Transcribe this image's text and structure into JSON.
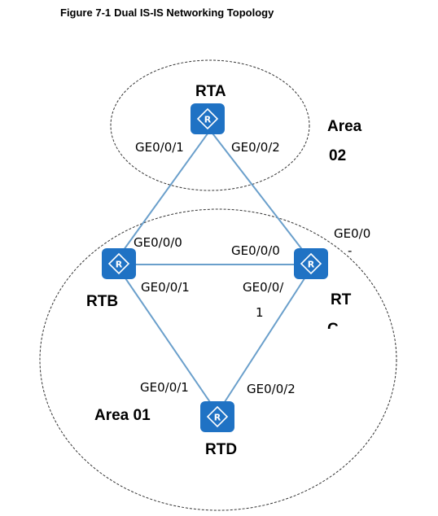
{
  "figure": {
    "number": "Figure 7-1",
    "title": "Dual IS-IS Networking Topology"
  },
  "colors": {
    "link": "#6a9fcb",
    "router_fill": "#1f72c4",
    "area_border": "#333333"
  },
  "areas": [
    {
      "id": "area02",
      "label_line1": "Area",
      "label_line2": "02"
    },
    {
      "id": "area01",
      "label": "Area 01"
    }
  ],
  "routers": [
    {
      "id": "RTA",
      "name": "RTA",
      "icon": "router-icon"
    },
    {
      "id": "RTB",
      "name": "RTB",
      "icon": "router-icon"
    },
    {
      "id": "RTC",
      "name_line1": "RT",
      "name_line2": "C",
      "icon": "router-icon"
    },
    {
      "id": "RTD",
      "name": "RTD",
      "icon": "router-icon"
    }
  ],
  "links": [
    {
      "from": "RTA",
      "to": "RTB"
    },
    {
      "from": "RTA",
      "to": "RTC"
    },
    {
      "from": "RTB",
      "to": "RTC"
    },
    {
      "from": "RTB",
      "to": "RTD"
    },
    {
      "from": "RTC",
      "to": "RTD"
    }
  ],
  "interfaces": {
    "rta_to_rtb": "GE0/0/1",
    "rta_to_rtc": "GE0/0/2",
    "rtb_to_rta": "GE0/0/0",
    "rtb_to_rtc": "GE0/0/1",
    "rtc_to_rtb": "GE0/0/0",
    "rtc_to_rta_line1": "GE0/0",
    "rtc_to_rta_line2": "-",
    "rtc_to_rtd_line1": "GE0/0/",
    "rtc_to_rtd_line2": "1",
    "rtd_to_rtb": "GE0/0/1",
    "rtd_to_rtc": "GE0/0/2"
  }
}
